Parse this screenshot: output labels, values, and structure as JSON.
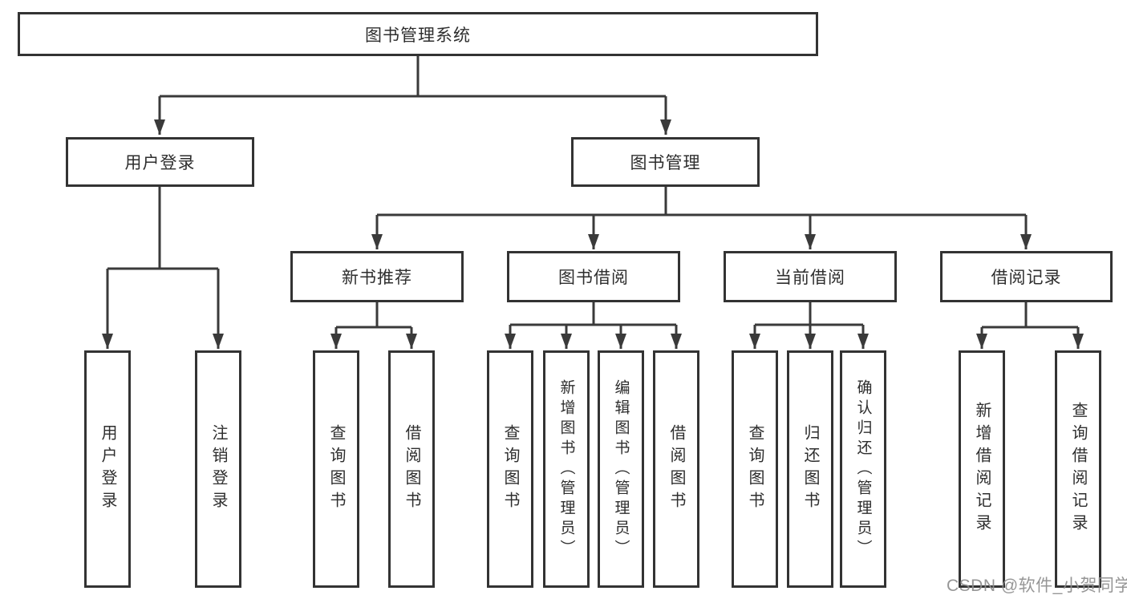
{
  "diagram": {
    "root": {
      "label": "图书管理系统"
    },
    "branches": [
      {
        "label": "用户登录",
        "children": [
          {
            "label": "用户登录"
          },
          {
            "label": "注销登录"
          }
        ]
      },
      {
        "label": "图书管理",
        "groups": [
          {
            "label": "新书推荐",
            "children": [
              {
                "label": "查询图书"
              },
              {
                "label": "借阅图书"
              }
            ]
          },
          {
            "label": "图书借阅",
            "children": [
              {
                "label": "查询图书"
              },
              {
                "label": "新增图书（管理员）"
              },
              {
                "label": "编辑图书（管理员）"
              },
              {
                "label": "借阅图书"
              }
            ]
          },
          {
            "label": "当前借阅",
            "children": [
              {
                "label": "查询图书"
              },
              {
                "label": "归还图书"
              },
              {
                "label": "确认归还（管理员）"
              }
            ]
          },
          {
            "label": "借阅记录",
            "children": [
              {
                "label": "新增借阅记录"
              },
              {
                "label": "查询借阅记录"
              }
            ]
          }
        ]
      }
    ]
  },
  "watermark": "CSDN @软件_小贺同学",
  "colors": {
    "line": "#3a3a3a",
    "box_border": "#333333",
    "text": "#2e2e2e",
    "background": "#ffffff",
    "watermark": "#8d8d8d"
  }
}
